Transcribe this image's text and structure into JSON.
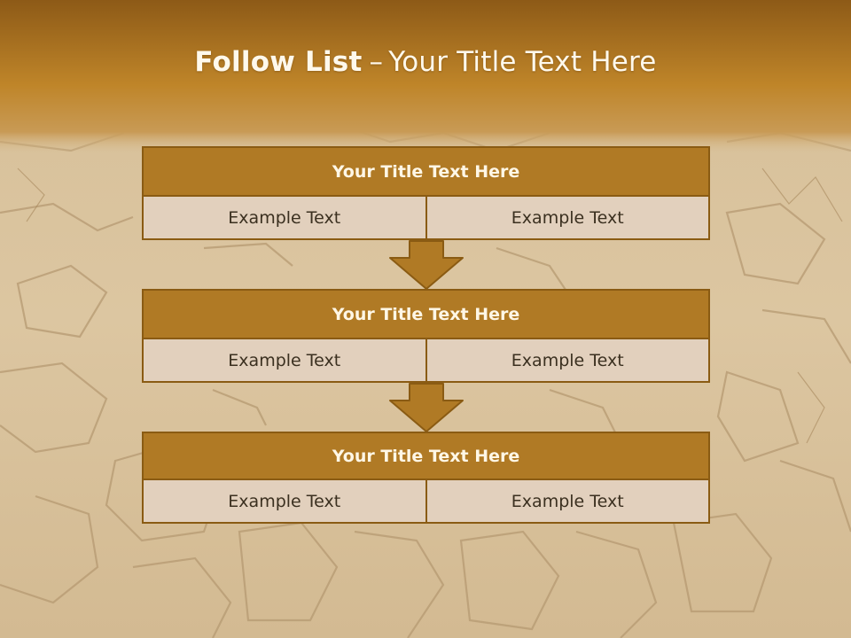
{
  "slide": {
    "title_bold": "Follow List",
    "title_dash": "–",
    "title_rest": "Your Title Text Here"
  },
  "steps": [
    {
      "title": "Your Title Text Here",
      "left": "Example Text",
      "right": "Example Text"
    },
    {
      "title": "Your Title Text Here",
      "left": "Example Text",
      "right": "Example Text"
    },
    {
      "title": "Your Title Text Here",
      "left": "Example Text",
      "right": "Example Text"
    }
  ],
  "colors": {
    "header_band": "#a86d1d",
    "block_title_fill": "#b07a25",
    "block_border": "#8a5b13",
    "block_body_fill": "#e2d0bd",
    "arrow_fill": "#b07a25",
    "background_earth": "#d9c29a"
  },
  "icons": {
    "arrows": [
      "arrow-down-icon",
      "arrow-down-icon"
    ]
  }
}
